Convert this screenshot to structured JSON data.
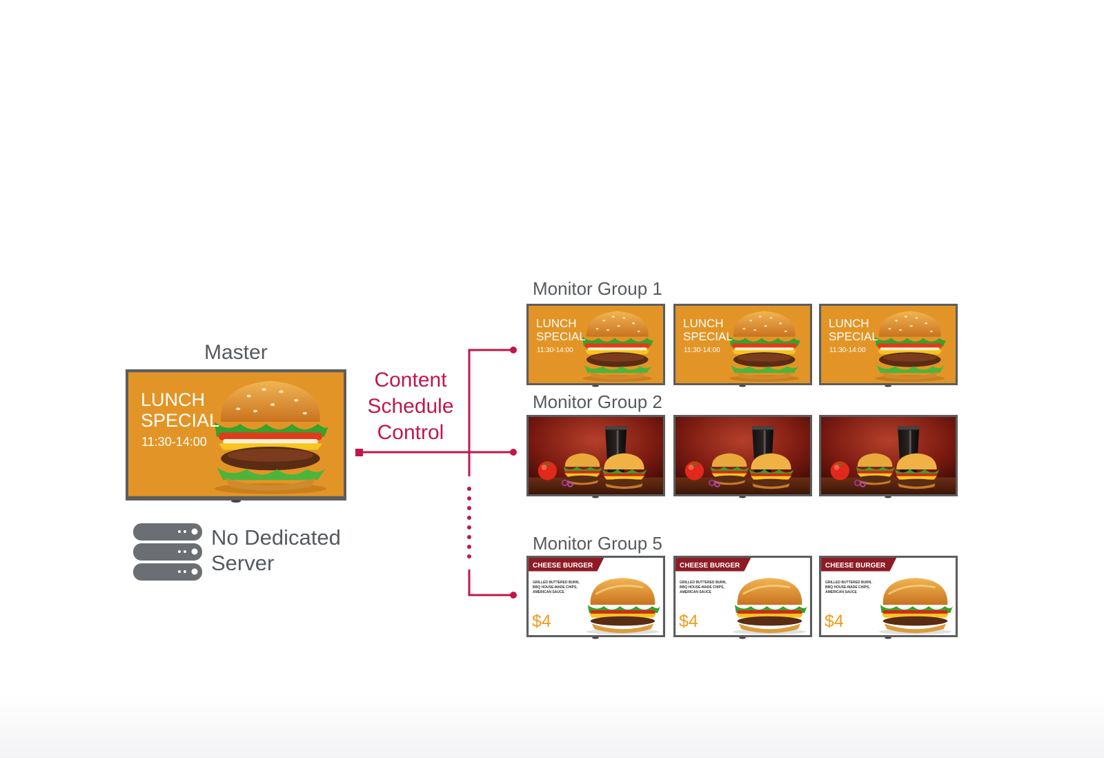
{
  "master": {
    "label": "Master",
    "screen": {
      "line1": "LUNCH",
      "line2": "SPECIAL",
      "time": "11:30-14:00"
    }
  },
  "server": {
    "line1": "No Dedicated",
    "line2": "Server"
  },
  "control": {
    "line1": "Content",
    "line2": "Schedule",
    "line3": "Control"
  },
  "groups": [
    {
      "label": "Monitor Group 1",
      "screen": {
        "line1": "LUNCH",
        "line2": "SPECIAL",
        "time": "11:30-14:00"
      }
    },
    {
      "label": "Monitor Group 2"
    },
    {
      "label": "Monitor Group 5",
      "screen": {
        "title": "CHEESE BURGER",
        "desc1": "GRILLED BUTTERED BURN,",
        "desc2": "BBQ HOUSE-MADE CHIPS,",
        "desc3": "AMERICAN SAUCE",
        "price": "$4"
      }
    }
  ],
  "colors": {
    "accent": "#c0174a",
    "text": "#555a5e",
    "orange": "#e69a2a",
    "menu_red": "#8e1b24",
    "price": "#f39a1e",
    "server": "#6b6f73"
  }
}
